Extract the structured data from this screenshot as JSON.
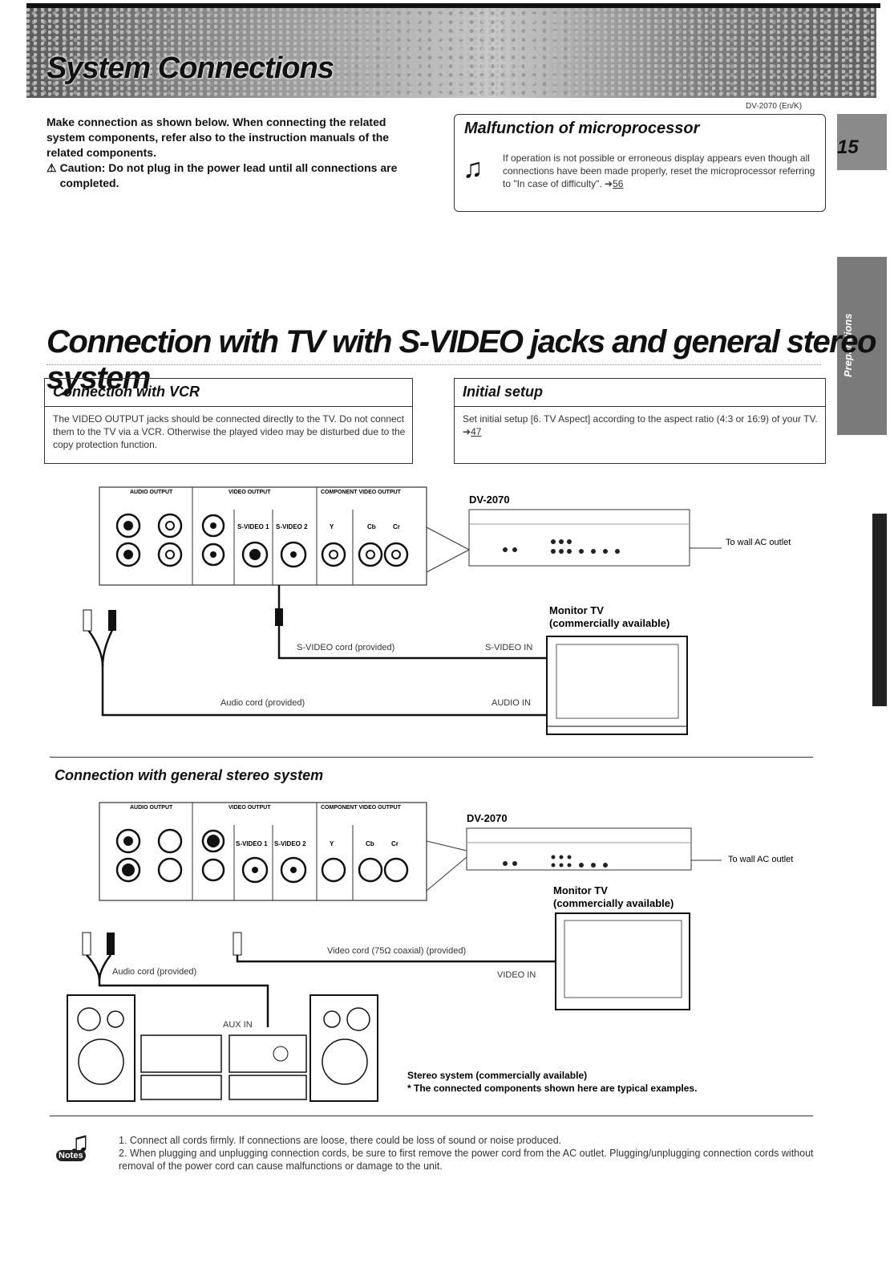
{
  "page": {
    "title": "System Connections",
    "model_code": "DV-2070 (En/K)",
    "page_number": "15",
    "side_tab": "Preparations"
  },
  "intro": {
    "text": "Make connection as shown below. When connecting the related system components, refer also to the instruction manuals of the related components.",
    "caution": "Caution: Do not plug in the power lead until all connections are completed."
  },
  "malfunction": {
    "title": "Malfunction of microprocessor",
    "text": "If operation is not possible or erroneous display appears even though all connections have been made properly, reset the microprocessor referring to \"In case of difficulty\".",
    "ref": "56"
  },
  "section1": {
    "title": "Connection with TV with S-VIDEO jacks and general stereo system",
    "vcr": {
      "title": "Connection with VCR",
      "text": "The VIDEO OUTPUT jacks should be connected directly to the TV. Do not connect them to the TV via a VCR. Otherwise the played video may be disturbed due to the copy protection function."
    },
    "setup": {
      "title": "Initial setup",
      "text": "Set initial setup [6. TV Aspect] according to the aspect ratio (4:3 or 16:9) of your TV.",
      "ref": "47"
    },
    "diagram": {
      "audio_output": "AUDIO OUTPUT",
      "video_output": "VIDEO OUTPUT",
      "component_output": "COMPONENT VIDEO OUTPUT",
      "svideo1": "S-VIDEO 1",
      "svideo2": "S-VIDEO 2",
      "y": "Y",
      "cb": "Cb",
      "cr": "Cr",
      "model": "DV-2070",
      "wall_ac": "To wall AC outlet",
      "monitor": "Monitor TV",
      "commercial": "(commercially available)",
      "svideo_cord": "S-VIDEO cord (provided)",
      "svideo_in": "S-VIDEO IN",
      "audio_cord": "Audio cord (provided)",
      "audio_in": "AUDIO IN"
    }
  },
  "section2": {
    "title": "Connection with general stereo system",
    "diagram": {
      "model": "DV-2070",
      "wall_ac": "To wall AC outlet",
      "monitor": "Monitor TV",
      "commercial": "(commercially available)",
      "video_cord": "Video cord (75Ω coaxial) (provided)",
      "video_in": "VIDEO IN",
      "audio_cord": "Audio cord (provided)",
      "aux_in": "AUX IN",
      "stereo": "Stereo system (commercially available)",
      "note": "* The connected components shown here are typical examples."
    }
  },
  "notes": {
    "label": "Notes",
    "items": [
      "1. Connect all cords firmly. If connections are loose, there could be loss of sound or noise produced.",
      "2. When plugging and unplugging connection cords, be sure to first remove the power cord from the AC outlet. Plugging/unplugging connection cords without removal of the power cord can cause malfunctions or damage to the unit."
    ]
  }
}
